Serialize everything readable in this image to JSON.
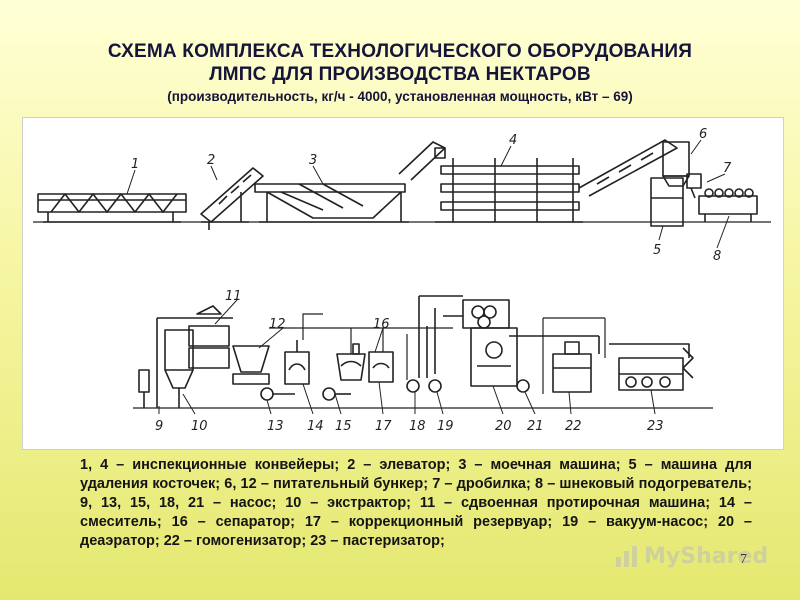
{
  "title": {
    "line1": "СХЕМА КОМПЛЕКСА ТЕХНОЛОГИЧЕСКОГО ОБОРУДОВАНИЯ",
    "line2": "ЛМПС ДЛЯ ПРОИЗВОДСТВА НЕКТАРОВ",
    "subtitle": "(производительность, кг/ч -  4000, установленная мощность, кВт – 69)"
  },
  "diagram": {
    "numbers": {
      "n1": "1",
      "n2": "2",
      "n3": "3",
      "n4": "4",
      "n5": "5",
      "n6": "6",
      "n7": "7",
      "n8": "8",
      "n9": "9",
      "n10": "10",
      "n11": "11",
      "n12": "12",
      "n13": "13",
      "n14": "14",
      "n15": "15",
      "n16": "16",
      "n17": "17",
      "n18": "18",
      "n19": "19",
      "n20": "20",
      "n21": "21",
      "n22": "22",
      "n23": "23"
    }
  },
  "legend": "1, 4 – инспекционные конвейеры; 2 – элеватор; 3 – моечная машина; 5 – машина для удаления косточек; 6, 12 – питательный бункер; 7 – дробилка; 8 – шнековый подогреватель; 9, 13, 15, 18, 21 – насос; 10 – экстрактор; 11 – сдвоенная протирочная машина; 14 – смеситель; 16 – сепаратор; 17 – коррекционный резервуар; 19 – вакуум-насос; 20 – деаэратор; 22 – гомогенизатор; 23 – пастеризатор;",
  "watermark": "MyShared",
  "page_number": "7"
}
